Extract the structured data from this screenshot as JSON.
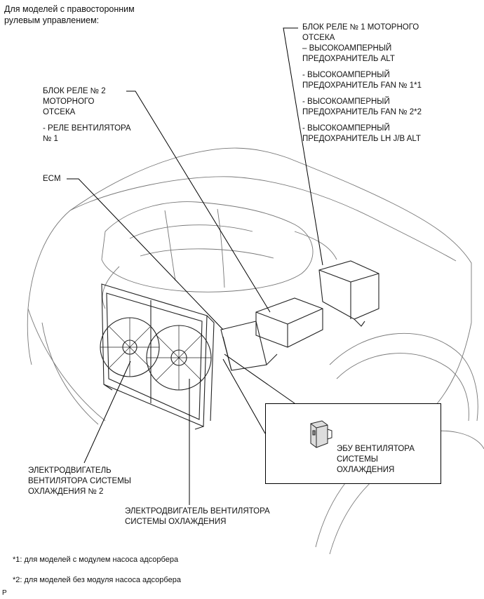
{
  "header_note": [
    "Для моделей с правосторонним",
    "рулевым управлением:"
  ],
  "labels": {
    "relay1": {
      "title": [
        "БЛОК РЕЛЕ № 1 МОТОРНОГО",
        "ОТСЕКА"
      ],
      "items": [
        [
          "– ВЫСОКОАМПЕРНЫЙ",
          "ПРЕДОХРАНИТЕЛЬ ALT"
        ],
        [
          "- ВЫСОКОАМПЕРНЫЙ",
          "ПРЕДОХРАНИТЕЛЬ FAN № 1*1"
        ],
        [
          "- ВЫСОКОАМПЕРНЫЙ",
          "ПРЕДОХРАНИТЕЛЬ FAN № 2*2"
        ],
        [
          "- ВЫСОКОАМПЕРНЫЙ",
          "ПРЕДОХРАНИТЕЛЬ LH J/B ALT"
        ]
      ]
    },
    "relay2": {
      "title": [
        "БЛОК РЕЛЕ № 2",
        "МОТОРНОГО",
        "ОТСЕКА"
      ],
      "items": [
        [
          "- РЕЛЕ ВЕНТИЛЯТОРА",
          "№ 1"
        ]
      ]
    },
    "ecm": "ECM",
    "fan_motor2": [
      "ЭЛЕКТРОДВИГАТЕЛЬ",
      "ВЕНТИЛЯТОРА СИСТЕМЫ",
      "ОХЛАЖДЕНИЯ № 2"
    ],
    "fan_motor": [
      "ЭЛЕКТРОДВИГАТЕЛЬ ВЕНТИЛЯТОРА",
      "СИСТЕМЫ ОХЛАЖДЕНИЯ"
    ],
    "fan_ecu": [
      "ЭБУ ВЕНТИЛЯТОРА",
      "СИСТЕМЫ",
      "ОХЛАЖДЕНИЯ"
    ]
  },
  "footnotes": [
    "*1: для моделей с модулем насоса адсорбера",
    "*2: для моделей без модуля насоса адсорбера"
  ],
  "corner_mark": "P"
}
